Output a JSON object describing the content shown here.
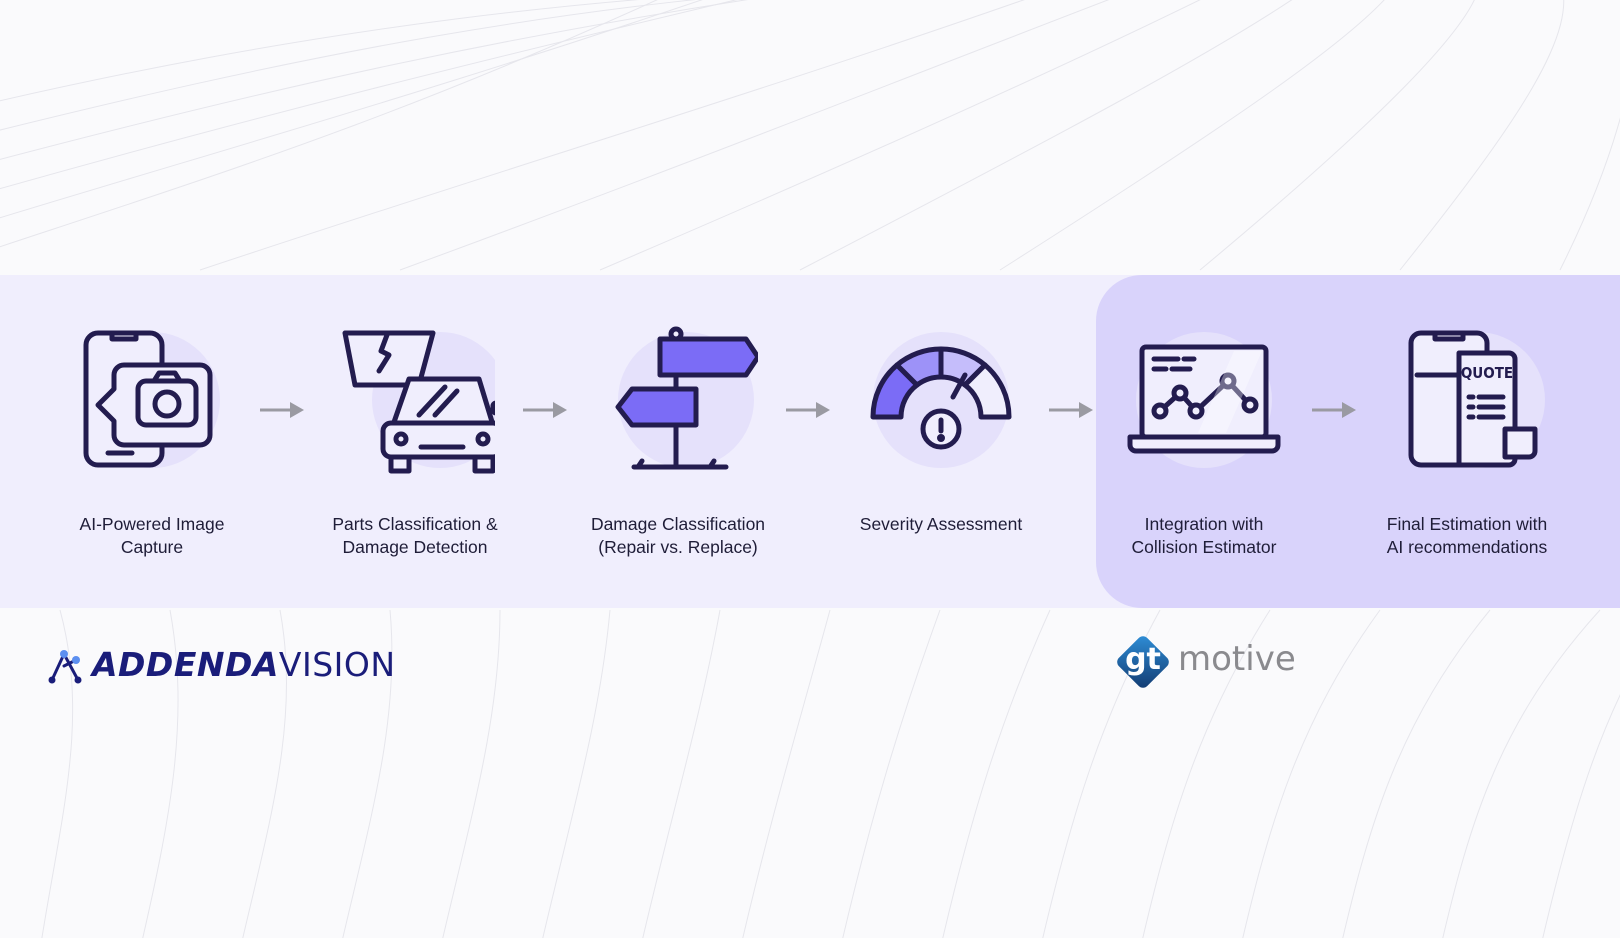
{
  "steps": [
    {
      "label": "AI-Powered Image\nCapture",
      "icon": "smartphone-camera-icon"
    },
    {
      "label": "Parts Classification &\nDamage Detection",
      "icon": "car-broken-windshield-icon"
    },
    {
      "label": "Damage Classification\n(Repair vs. Replace)",
      "icon": "signpost-icon"
    },
    {
      "label": "Severity Assessment",
      "icon": "gauge-warning-icon"
    },
    {
      "label": "Integration with\nCollision Estimator",
      "icon": "laptop-chart-icon"
    },
    {
      "label": "Final Estimation with\nAI recommendations",
      "icon": "phone-quote-icon"
    }
  ],
  "quote_icon_text": "QUOTE",
  "logos": {
    "addenda_bold": "ADDENDA",
    "addenda_light": "VISION",
    "gt": "gt",
    "motive": "motive"
  },
  "colors": {
    "band": "#f0eefd",
    "highlight": "#d9d3fb",
    "accent": "#7b6cf6",
    "outline": "#231c4f",
    "arrow": "#9a9aa2"
  }
}
